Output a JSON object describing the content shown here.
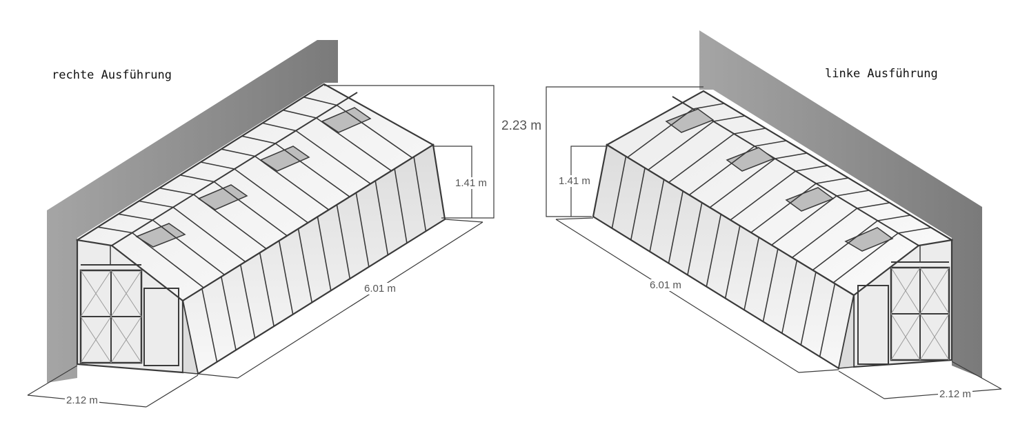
{
  "labels": {
    "right_variant": "rechte Ausführung",
    "left_variant": "linke Ausführung"
  },
  "dimensions": {
    "height_total": "2.23 m",
    "height_side_right": "1.41 m",
    "height_side_left": "1.41 m",
    "length_right": "6.01 m",
    "length_left": "6.01 m",
    "width_right": "2.12 m",
    "width_left": "2.12 m"
  },
  "colors": {
    "wall": "#8e8e8e",
    "frame": "#3a3a3a",
    "glass_light": "#f4f4f4",
    "glass_dark": "#d4d4d4"
  }
}
